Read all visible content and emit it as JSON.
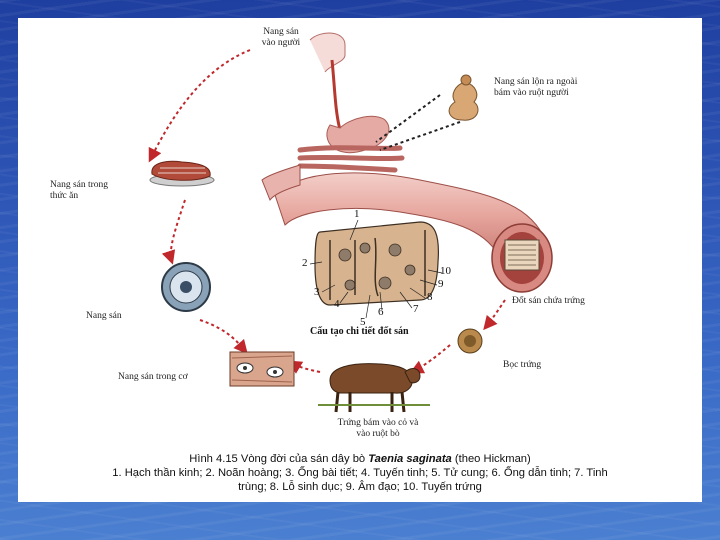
{
  "labels": {
    "cyst_into_human": "Nang sán\nvào người",
    "cyst_everted": "Nang sán lộn ra ngoài\nbám vào ruột người",
    "cyst_in_food": "Nang sán trong\nthức ăn",
    "cyst": "Nang sán",
    "cyst_in_muscle": "Nang sán trong cơ",
    "egg_into_cattle": "Trứng bám vào cỏ và\nvào ruột bò",
    "egg_shell": "Bọc trứng",
    "proglottid_with_eggs": "Đốt sán chứa trứng",
    "detail_title": "Cấu tạo chi tiết đốt sán"
  },
  "numbers": [
    "1",
    "2",
    "3",
    "4",
    "5",
    "6",
    "7",
    "8",
    "9",
    "10"
  ],
  "caption": {
    "prefix": "Hình 4.15 Vòng đời của sán dây bò ",
    "species": "Taenia saginata",
    "suffix": " (theo Hickman)",
    "line2": "1. Hạch thần kinh; 2. Noãn hoàng; 3. Ống bài tiết; 4. Tuyến tinh; 5. Tử cung; 6. Ống dẫn tinh; 7. Tinh",
    "line3": "trùng; 8. Lỗ sinh dục; 9. Âm đạo; 10. Tuyến trứng"
  },
  "colors": {
    "background": "#2f58b8",
    "panel": "#ffffff",
    "arrow": "#c0282c",
    "intestine": "#e9b3ad"
  }
}
